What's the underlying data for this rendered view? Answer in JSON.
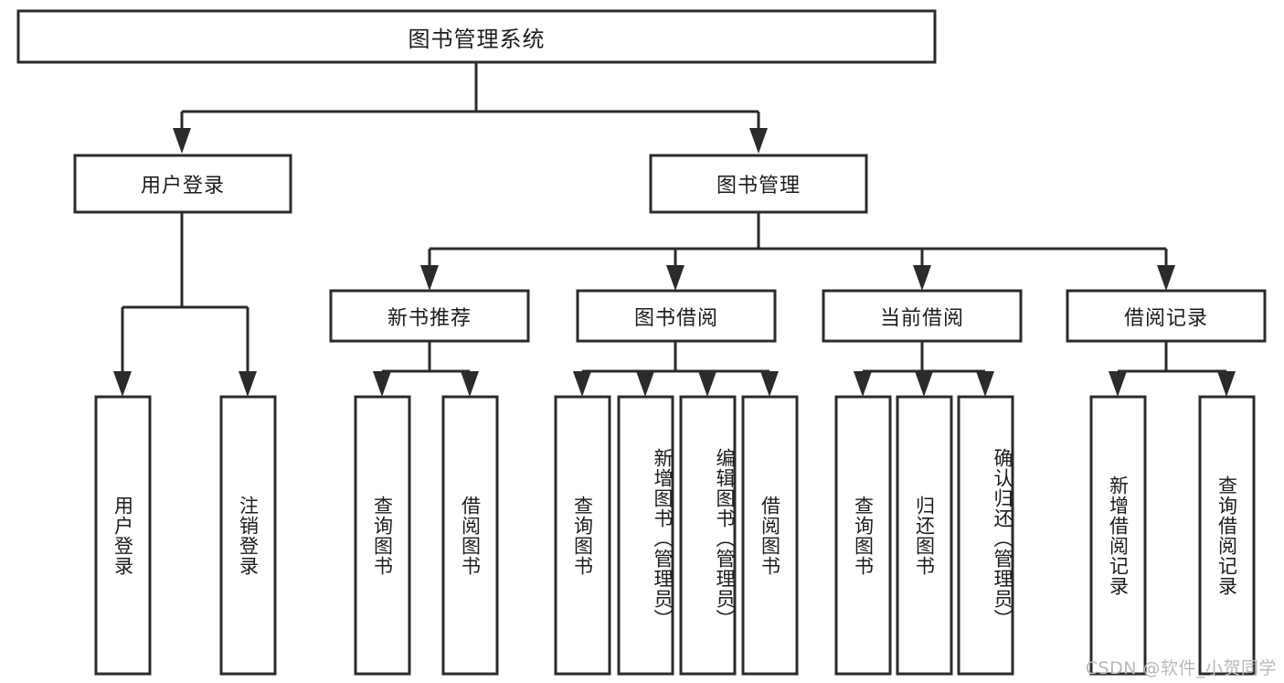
{
  "diagram": {
    "type": "tree",
    "title": "图书管理系统",
    "root": {
      "label": "图书管理系统",
      "level": 1
    },
    "level2": [
      {
        "label": "用户登录"
      },
      {
        "label": "图书管理"
      }
    ],
    "level3": [
      {
        "label": "新书推荐"
      },
      {
        "label": "图书借阅"
      },
      {
        "label": "当前借阅"
      },
      {
        "label": "借阅记录"
      }
    ],
    "leaves": {
      "user_login": [
        {
          "label": "用户登录"
        },
        {
          "label": "注销登录"
        }
      ],
      "new_book_recommend": [
        {
          "label": "查询图书"
        },
        {
          "label": "借阅图书"
        }
      ],
      "book_borrow": [
        {
          "label": "查询图书"
        },
        {
          "label": "新增图书（管理员）"
        },
        {
          "label": "编辑图书（管理员）"
        },
        {
          "label": "借阅图书"
        }
      ],
      "current_borrow": [
        {
          "label": "查询图书"
        },
        {
          "label": "归还图书"
        },
        {
          "label": "确认归还（管理员）"
        }
      ],
      "borrow_record": [
        {
          "label": "新增借阅记录"
        },
        {
          "label": "查询借阅记录"
        }
      ]
    }
  },
  "watermark": {
    "text": "CSDN @软件_小贺同学"
  },
  "colors": {
    "stroke": "#2b2b2b",
    "fill": "#ffffff",
    "text": "#1c1c1c",
    "watermark": "#b9b9b9"
  }
}
